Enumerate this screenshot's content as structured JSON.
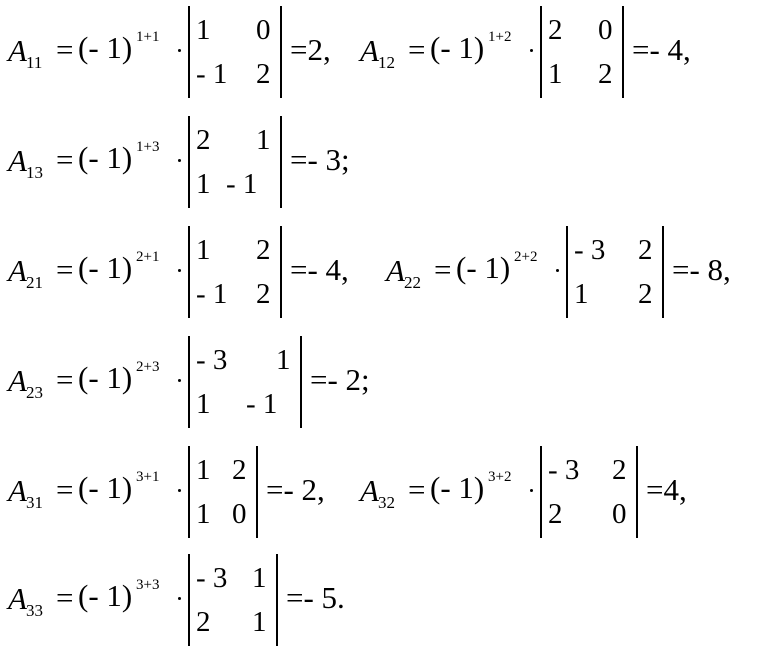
{
  "lines": [
    {
      "eqs": [
        {
          "sub": "11",
          "power": "1+1",
          "m": [
            [
              "1",
              "0"
            ],
            [
              "- 1",
              "2"
            ]
          ],
          "result": "=2,"
        },
        {
          "sub": "12",
          "power": "1+2",
          "m": [
            [
              "2",
              "0"
            ],
            [
              "1",
              "2"
            ]
          ],
          "result": "=- 4,"
        }
      ]
    },
    {
      "eqs": [
        {
          "sub": "13",
          "power": "1+3",
          "m": [
            [
              "2",
              "1"
            ],
            [
              "1",
              "- 1"
            ]
          ],
          "result": "=- 3;"
        }
      ]
    },
    {
      "eqs": [
        {
          "sub": "21",
          "power": "2+1",
          "m": [
            [
              "1",
              "2"
            ],
            [
              "- 1",
              "2"
            ]
          ],
          "result": "=- 4,"
        },
        {
          "sub": "22",
          "power": "2+2",
          "m": [
            [
              "- 3",
              "2"
            ],
            [
              "1",
              "2"
            ]
          ],
          "result": "=- 8,"
        }
      ]
    },
    {
      "eqs": [
        {
          "sub": "23",
          "power": "2+3",
          "m": [
            [
              "- 3",
              "1"
            ],
            [
              "1",
              "- 1"
            ]
          ],
          "result": "=- 2;"
        }
      ]
    },
    {
      "eqs": [
        {
          "sub": "31",
          "power": "3+1",
          "m": [
            [
              "1",
              "2"
            ],
            [
              "1",
              "0"
            ]
          ],
          "result": "=- 2,"
        },
        {
          "sub": "32",
          "power": "3+2",
          "m": [
            [
              "- 3",
              "2"
            ],
            [
              "2",
              "0"
            ]
          ],
          "result": "=4,"
        }
      ]
    },
    {
      "eqs": [
        {
          "sub": "33",
          "power": "3+3",
          "m": [
            [
              "- 3",
              "1"
            ],
            [
              "2",
              "1"
            ]
          ],
          "result": "=- 5."
        }
      ]
    }
  ],
  "symbols": {
    "letter": "A",
    "eq": "=",
    "base": "(- 1)"
  }
}
